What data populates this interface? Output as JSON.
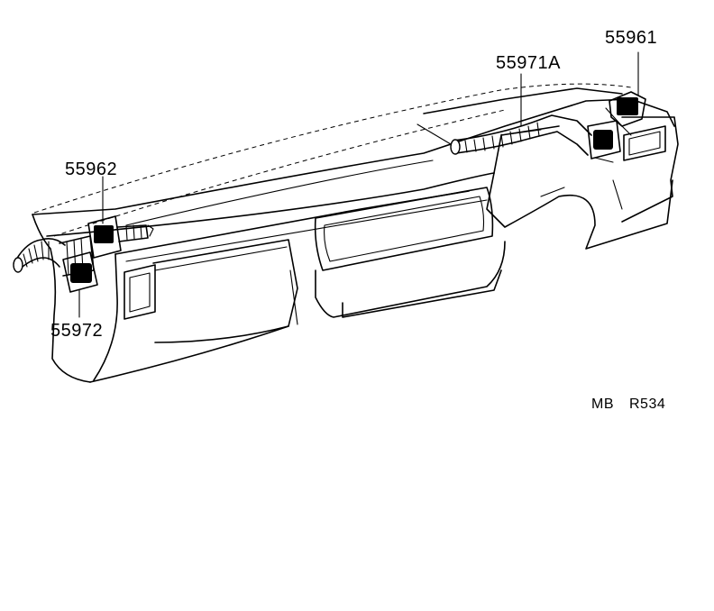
{
  "diagram": {
    "parts": [
      {
        "id": "p55961",
        "number": "55961"
      },
      {
        "id": "p55971a",
        "number": "55971A"
      },
      {
        "id": "p55962",
        "number": "55962"
      },
      {
        "id": "p55972",
        "number": "55972"
      }
    ],
    "drawing_code": {
      "prefix": "MB",
      "number": "R534"
    }
  }
}
